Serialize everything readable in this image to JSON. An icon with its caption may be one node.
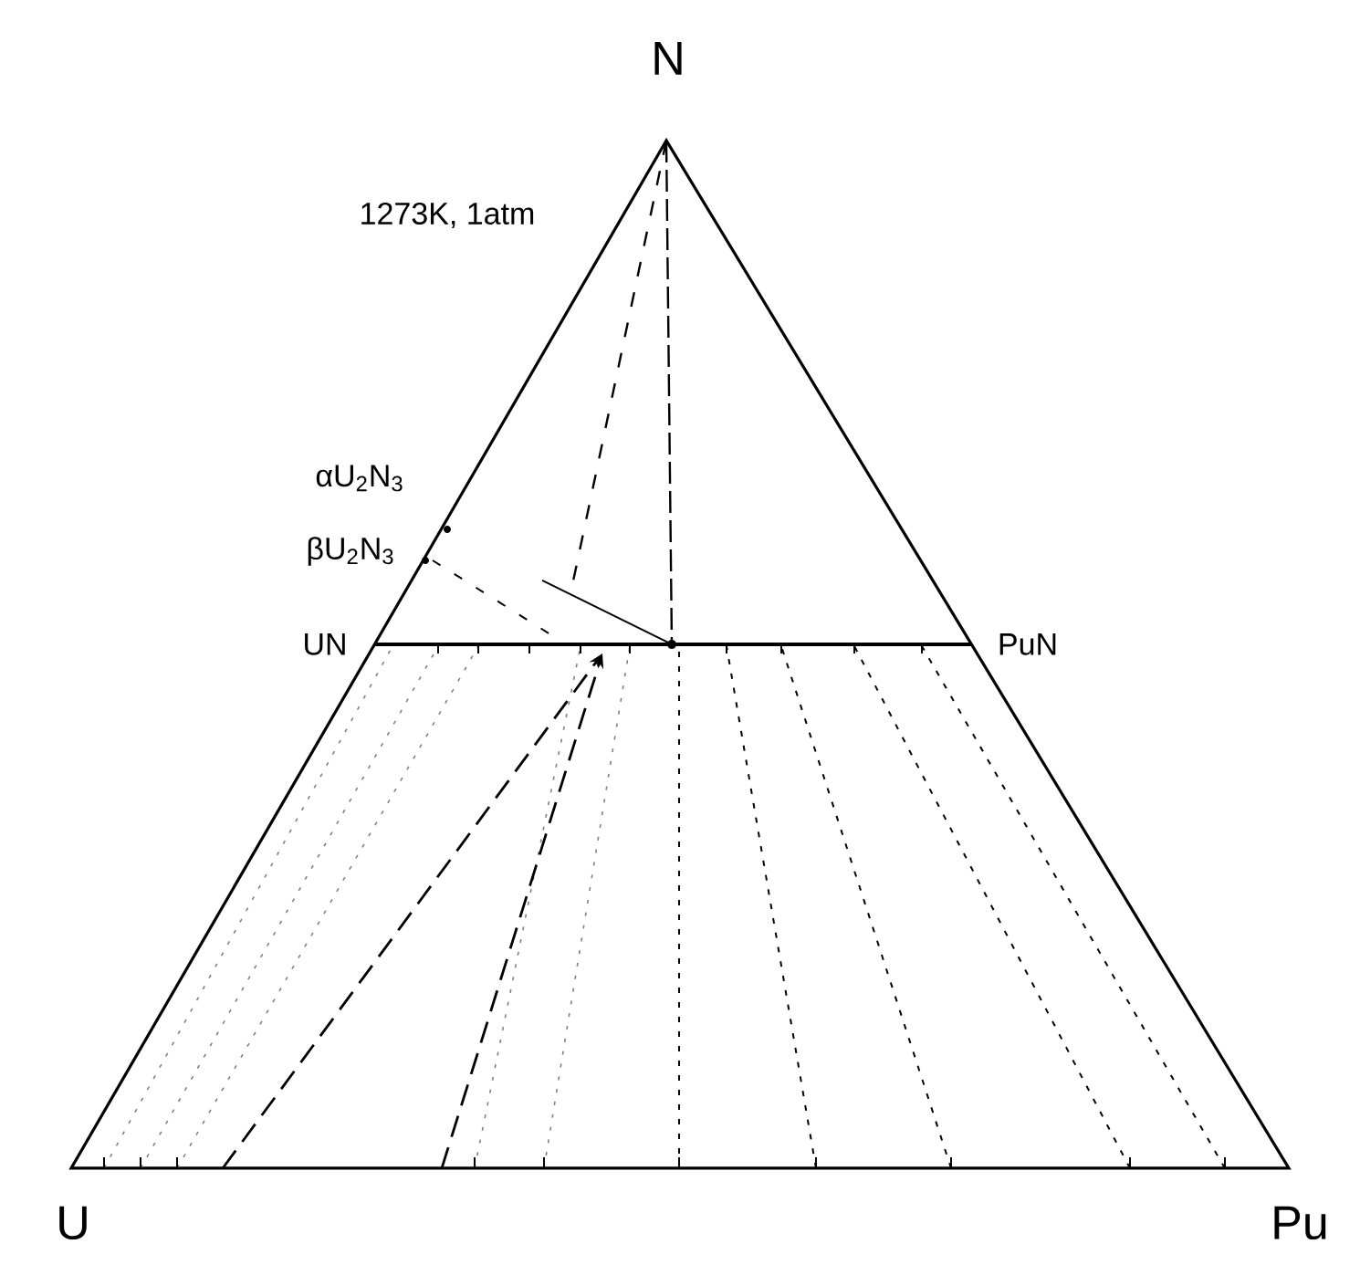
{
  "diagram": {
    "labels": [
      "N",
      "1273K, 1atm",
      "αU$_{2}$N$_{3}$",
      "βU$_{2}$N$_{3}$",
      "UN",
      "PuN",
      "U",
      "Pu"
    ]
  }
}
